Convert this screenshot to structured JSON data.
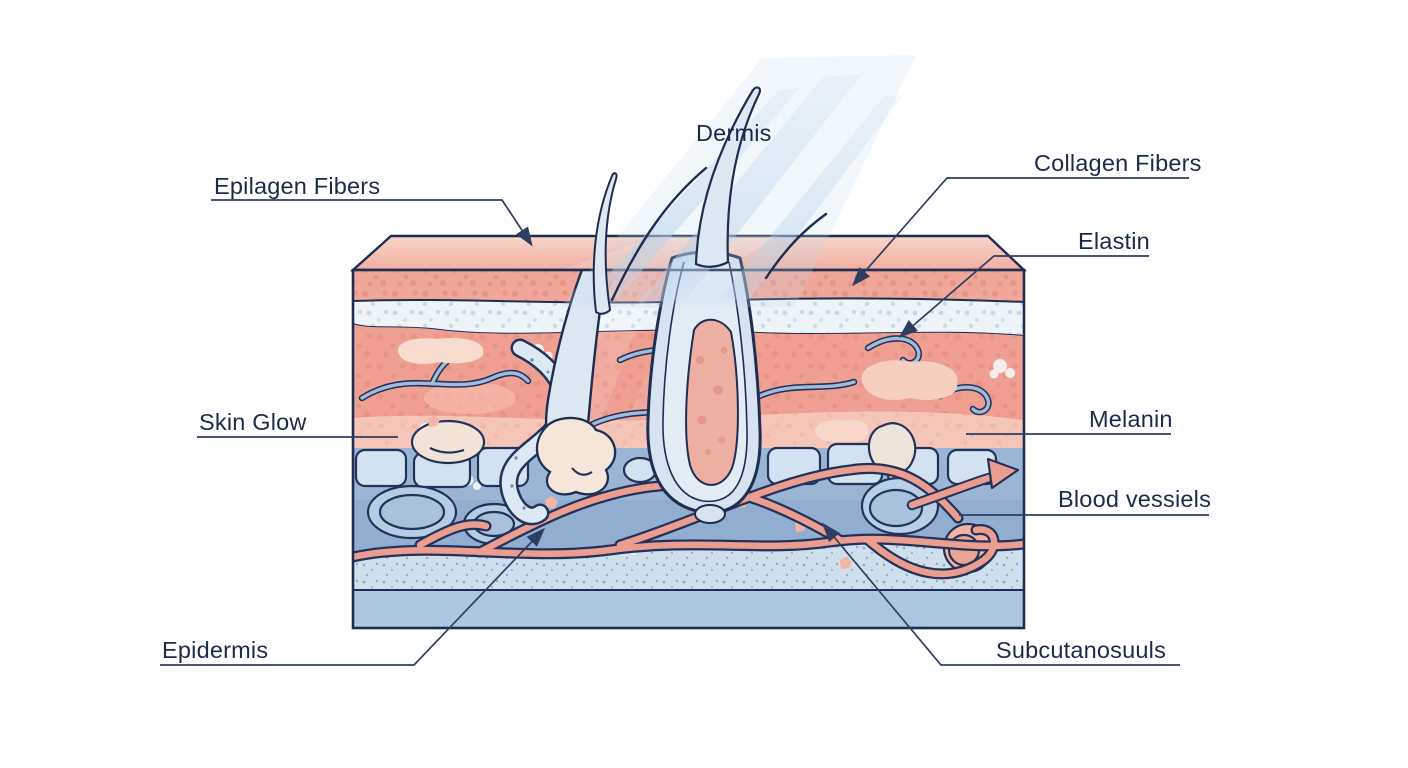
{
  "figure": {
    "subject": "Skin cross-section anatomy diagram",
    "labels": {
      "dermis": "Dermis",
      "epilagen_fibers": "Epilagen Fibers",
      "collagen_fibers": "Collagen Fibers",
      "elastin": "Elastin",
      "melanin": "Melanin",
      "blood_vessels": "Blood vessiels",
      "skin_glow": "Skin Glow",
      "epidermis": "Epidermis",
      "subcutaneous": "Subcutanosuuls"
    },
    "palette": {
      "label_text": "#1b2a4c",
      "leader_line": "#2e3e63",
      "outline_navy": "#1f2d52",
      "surface_pink": "#f3b6a8",
      "epidermis_band": "#f0a698",
      "pale_band": "#eef4f8",
      "dermis_pink": "#efa092",
      "dermis_light_band": "#f5c6b7",
      "cell_layer_blue": "#9bb5d4",
      "cell_fill": "#d3e2f0",
      "vessel_pink": "#eb9e8f",
      "subcutaneous_blue": "#cfdfec",
      "base_band_blue": "#aec7e1",
      "hair_sheath": "#dbe6f1",
      "gland_cream": "#f4e7da",
      "light_beam": "#bcd4ea"
    }
  }
}
